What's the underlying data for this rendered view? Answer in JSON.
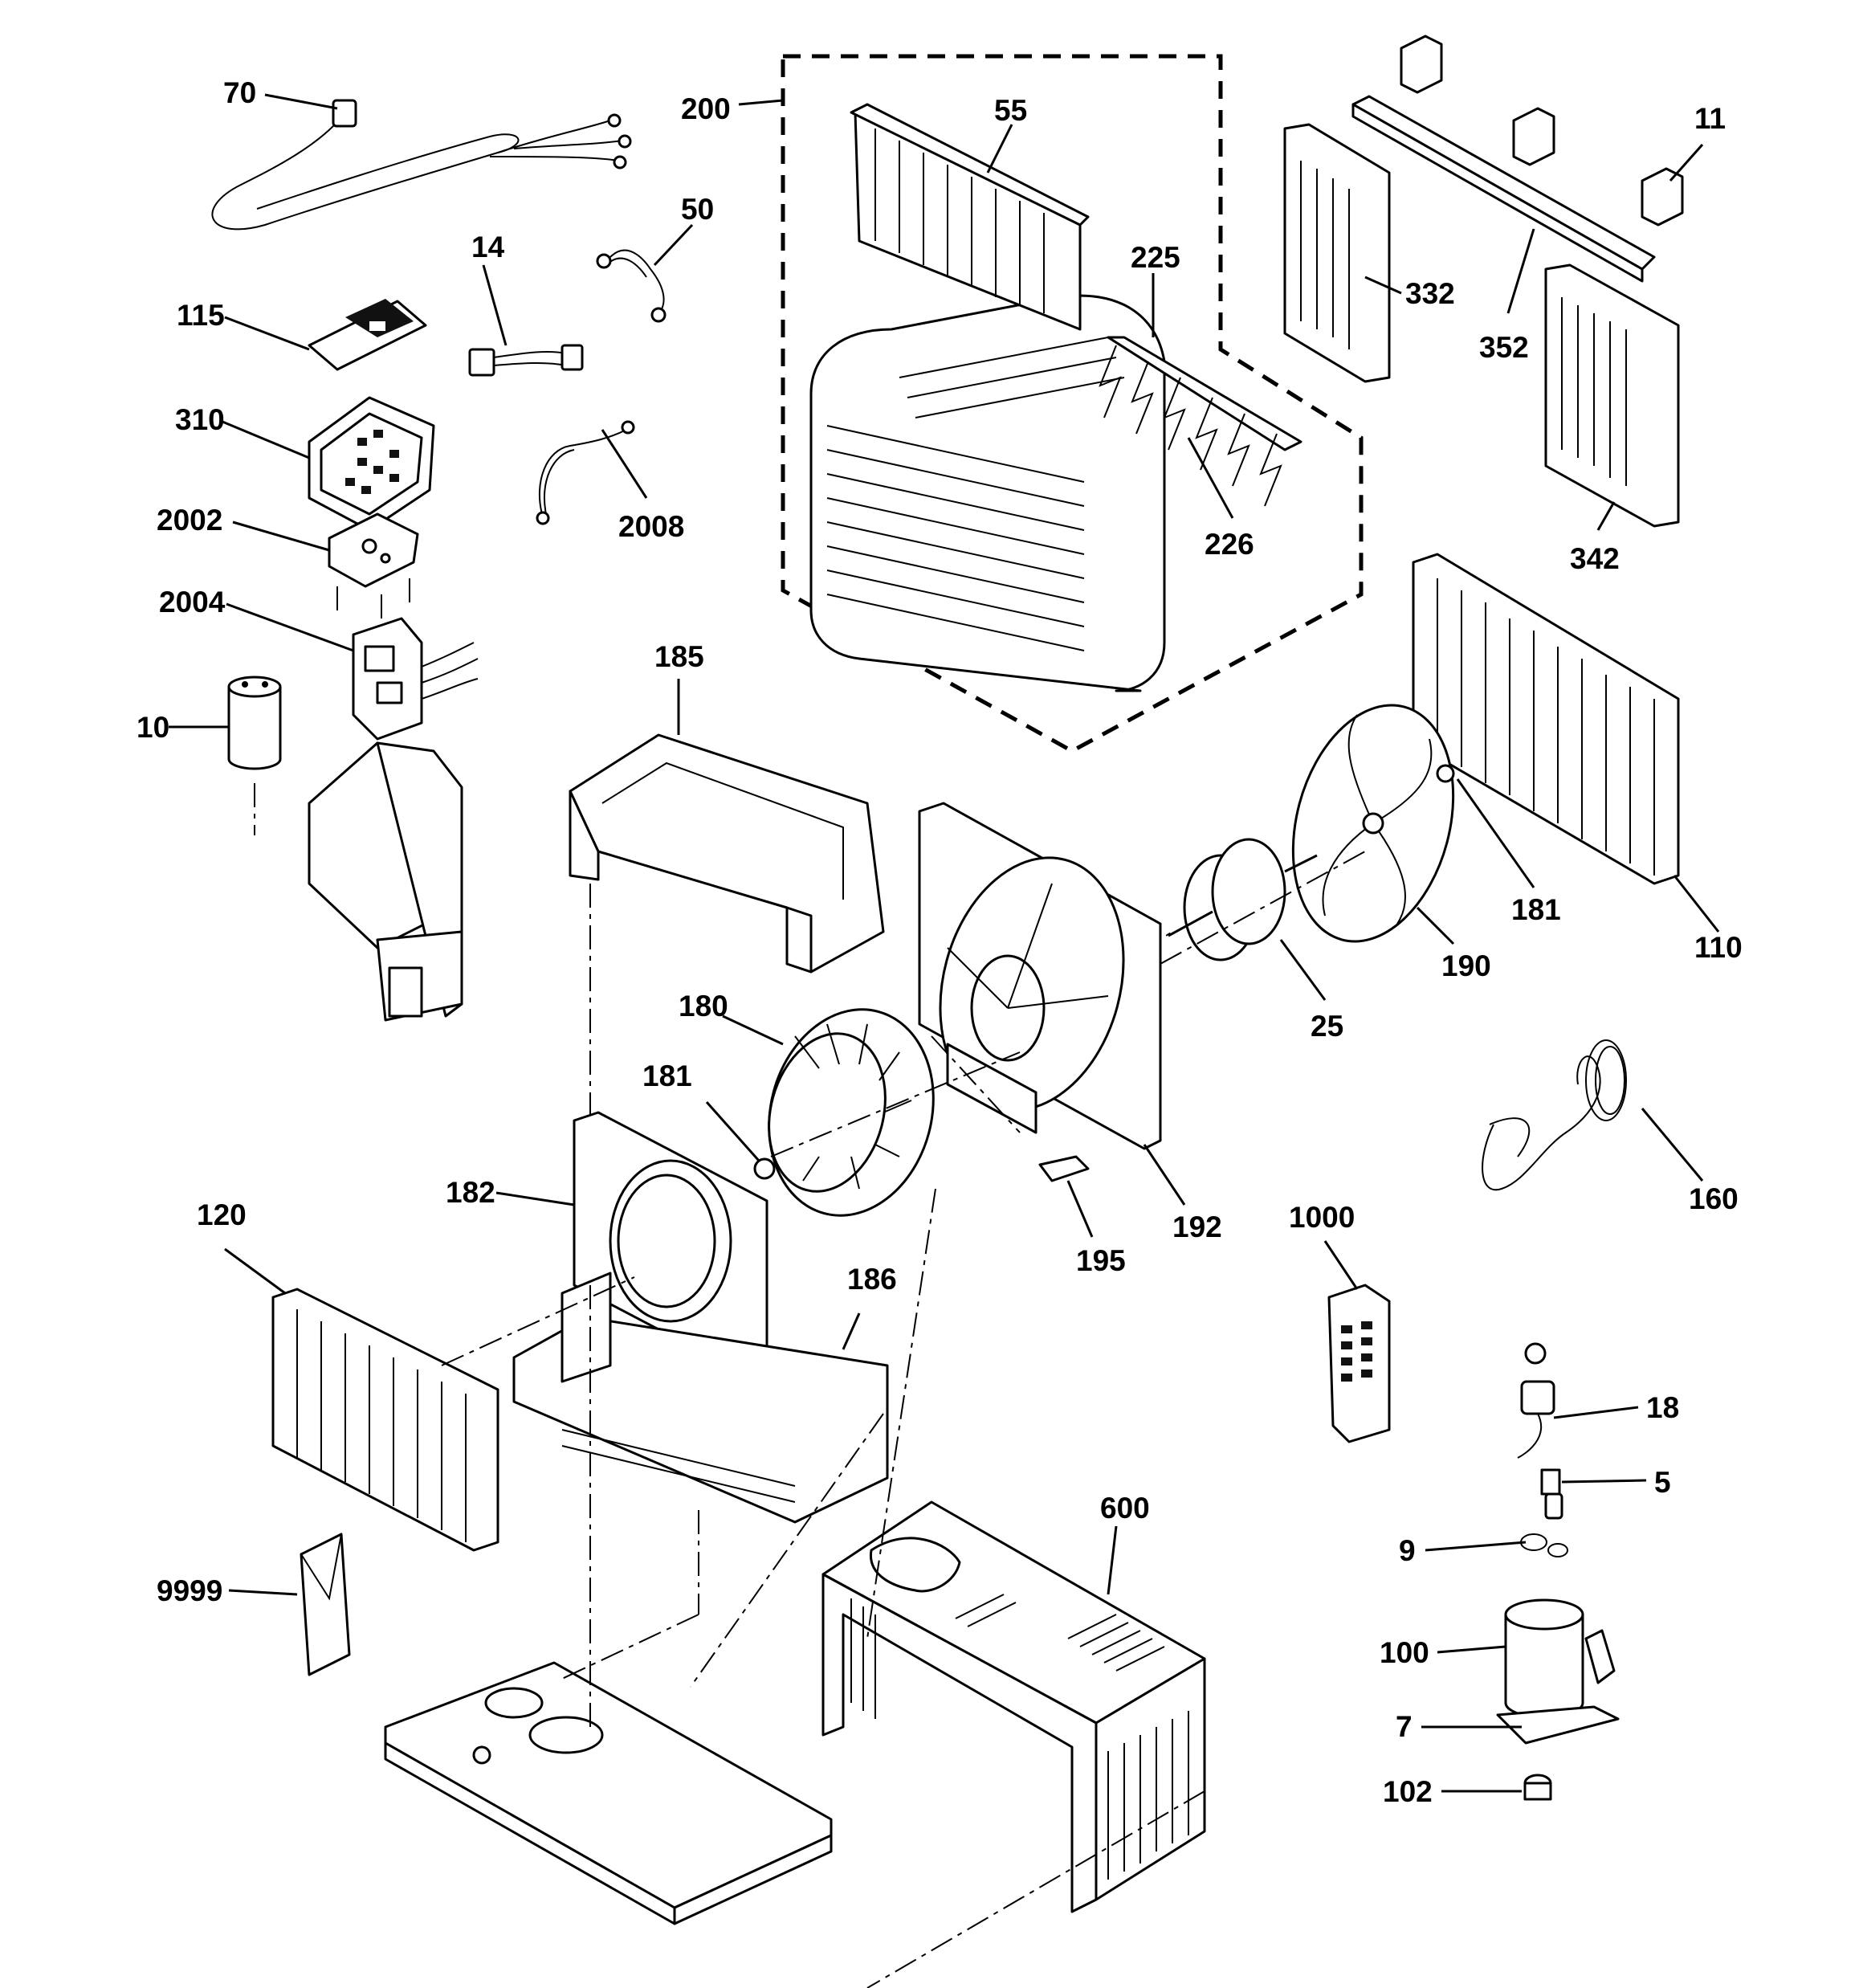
{
  "diagram": {
    "type": "exploded-parts-diagram",
    "callouts": [
      {
        "id": "c70",
        "label": "70"
      },
      {
        "id": "c200",
        "label": "200"
      },
      {
        "id": "c55",
        "label": "55"
      },
      {
        "id": "c11",
        "label": "11"
      },
      {
        "id": "c14",
        "label": "14"
      },
      {
        "id": "c50",
        "label": "50"
      },
      {
        "id": "c225",
        "label": "225"
      },
      {
        "id": "c332",
        "label": "332"
      },
      {
        "id": "c352",
        "label": "352"
      },
      {
        "id": "c115",
        "label": "115"
      },
      {
        "id": "c310",
        "label": "310"
      },
      {
        "id": "c2008",
        "label": "2008"
      },
      {
        "id": "c226",
        "label": "226"
      },
      {
        "id": "c342",
        "label": "342"
      },
      {
        "id": "c2002",
        "label": "2002"
      },
      {
        "id": "c2004",
        "label": "2004"
      },
      {
        "id": "c185",
        "label": "185"
      },
      {
        "id": "c10",
        "label": "10"
      },
      {
        "id": "c181a",
        "label": "181"
      },
      {
        "id": "c110",
        "label": "110"
      },
      {
        "id": "c190",
        "label": "190"
      },
      {
        "id": "c25",
        "label": "25"
      },
      {
        "id": "c180",
        "label": "180"
      },
      {
        "id": "c181b",
        "label": "181"
      },
      {
        "id": "c160",
        "label": "160"
      },
      {
        "id": "c182",
        "label": "182"
      },
      {
        "id": "c192",
        "label": "192"
      },
      {
        "id": "c120",
        "label": "120"
      },
      {
        "id": "c1000",
        "label": "1000"
      },
      {
        "id": "c195",
        "label": "195"
      },
      {
        "id": "c186",
        "label": "186"
      },
      {
        "id": "c18",
        "label": "18"
      },
      {
        "id": "c5",
        "label": "5"
      },
      {
        "id": "c600",
        "label": "600"
      },
      {
        "id": "c9",
        "label": "9"
      },
      {
        "id": "c9999",
        "label": "9999"
      },
      {
        "id": "c100",
        "label": "100"
      },
      {
        "id": "c7",
        "label": "7"
      },
      {
        "id": "c102",
        "label": "102"
      }
    ]
  }
}
